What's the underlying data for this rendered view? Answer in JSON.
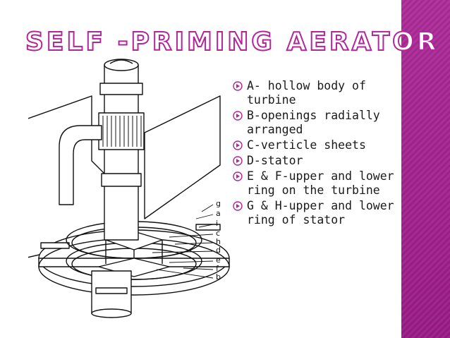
{
  "slide": {
    "title": "SELF -PRIMING AERATOR",
    "accent_color": "#b0279a",
    "bullets": [
      {
        "text": "A- hollow body of turbine"
      },
      {
        "text": "B-openings radially arranged"
      },
      {
        "text": "C-verticle sheets"
      },
      {
        "text": "D-stator"
      },
      {
        "text": "E & F-upper and lower ring on the turbine"
      },
      {
        "text": "G & H-upper and lower ring of stator"
      }
    ],
    "bullet_icon": "circle-arrow-bullet-icon"
  },
  "diagram": {
    "labels": [
      "g",
      "a",
      "i",
      "c",
      "h",
      "d",
      "e",
      "f",
      "b"
    ]
  }
}
